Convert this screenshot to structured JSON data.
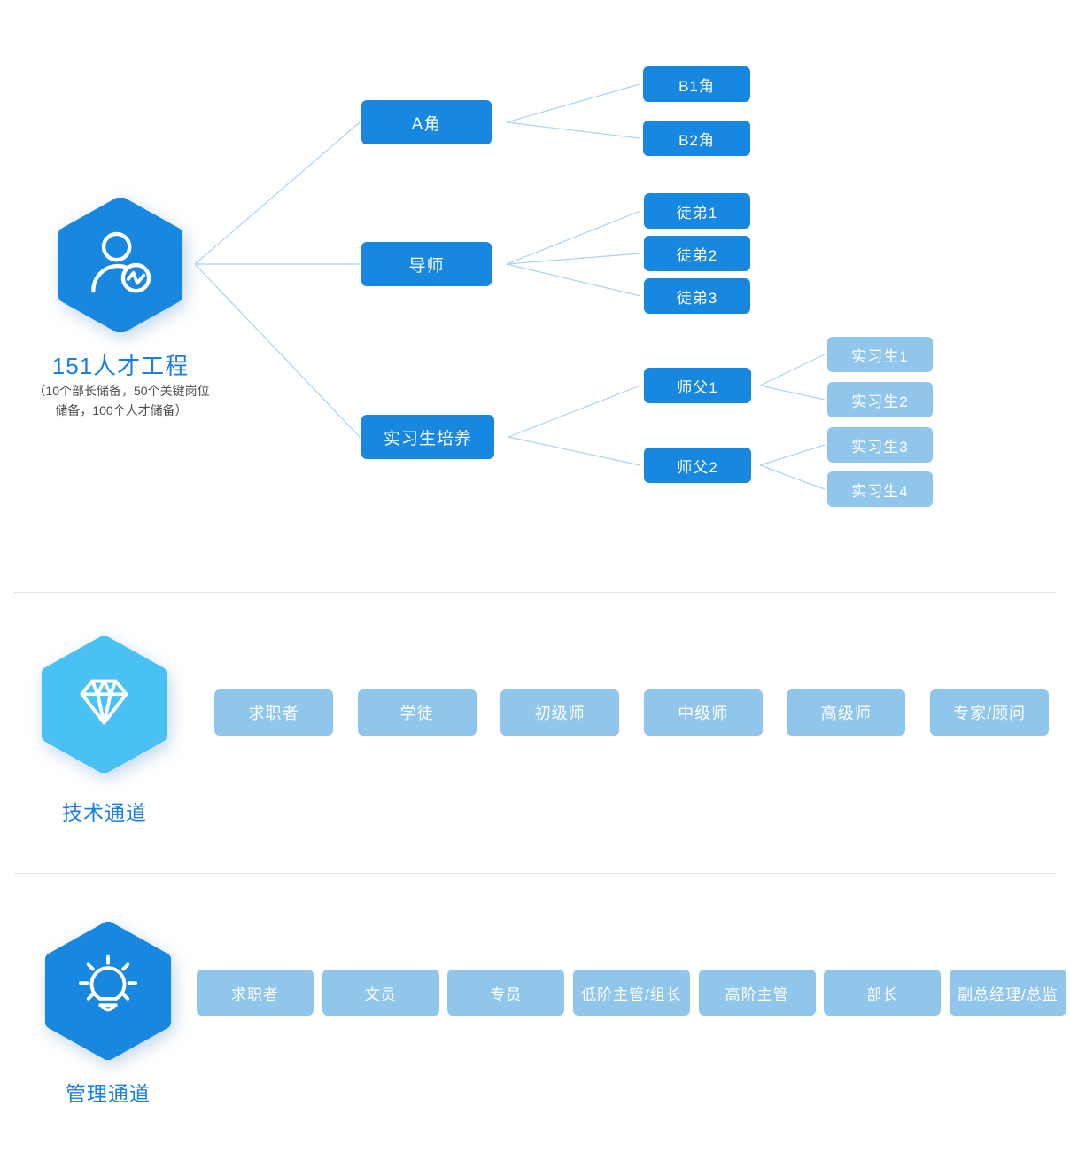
{
  "colors": {
    "primary_blue": "#1787e0",
    "light_blue": "#91c6ec",
    "sky_blue": "#49c1f3",
    "label_blue": "#1a7fe0",
    "subtitle_gray": "#4d4d4d",
    "connector_line": "#a9d3f0",
    "divider_gray": "#e3e3e3"
  },
  "project": {
    "title": "151人才工程",
    "subtitle_line1": "（10个部长储备，50个关键岗位",
    "subtitle_line2": "储备，100个人才储备）",
    "icon": "user-chart-icon"
  },
  "tree": {
    "level1": [
      {
        "label": "A角"
      },
      {
        "label": "导师"
      },
      {
        "label": "实习生培养"
      }
    ],
    "a_children": [
      {
        "label": "B1角"
      },
      {
        "label": "B2角"
      }
    ],
    "mentor_children": [
      {
        "label": "徒弟1"
      },
      {
        "label": "徒弟2"
      },
      {
        "label": "徒弟3"
      }
    ],
    "intern_masters": [
      {
        "label": "师父1"
      },
      {
        "label": "师父2"
      }
    ],
    "master1_children": [
      {
        "label": "实习生1"
      },
      {
        "label": "实习生2"
      }
    ],
    "master2_children": [
      {
        "label": "实习生3"
      },
      {
        "label": "实习生4"
      }
    ]
  },
  "tech_channel": {
    "title": "技术通道",
    "icon": "diamond-icon",
    "stages": [
      "求职者",
      "学徒",
      "初级师",
      "中级师",
      "高级师",
      "专家/顾问"
    ]
  },
  "mgmt_channel": {
    "title": "管理通道",
    "icon": "lightbulb-icon",
    "stages": [
      "求职者",
      "文员",
      "专员",
      "低阶主管/组长",
      "高阶主管",
      "部长",
      "副总经理/总监"
    ]
  }
}
